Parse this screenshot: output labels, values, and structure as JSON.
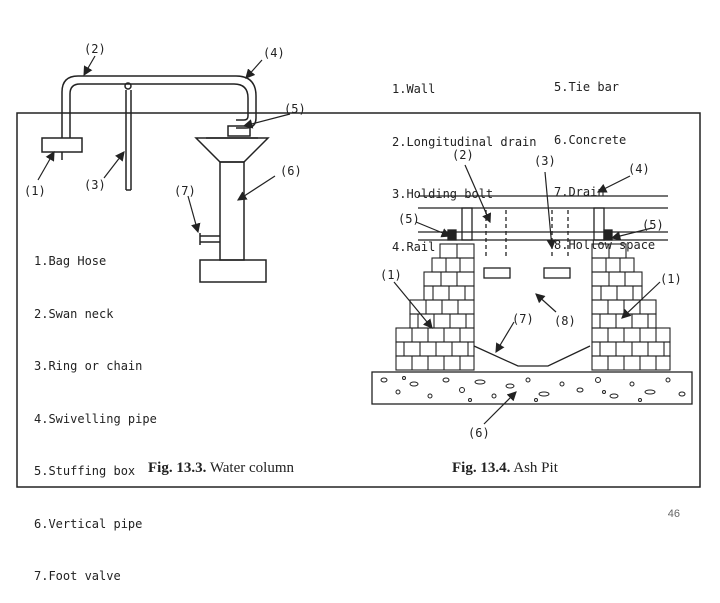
{
  "water_column": {
    "callouts": [
      "(1)",
      "(2)",
      "(3)",
      "(4)",
      "(5)",
      "(6)",
      "(7)"
    ],
    "legend": [
      "1.Bag Hose",
      "2.Swan neck",
      "3.Ring or chain",
      "4.Swivelling pipe",
      "5.Stuffing box",
      "6.Vertical pipe",
      "7.Foot valve"
    ],
    "caption_bold": "Fig. 13.3.",
    "caption_text": " Water column"
  },
  "ash_pit": {
    "legend_left": [
      "1.Wall",
      "2.Longitudinal drain",
      "3.Holding bolt",
      "4.Rail"
    ],
    "legend_right": [
      "5.Tie bar",
      "6.Concrete",
      "7.Drain",
      "8.Hollow space"
    ],
    "callouts": [
      "(1)",
      "(1)",
      "(2)",
      "(3)",
      "(4)",
      "(5)",
      "(5)",
      "(6)",
      "(7)",
      "(8)"
    ],
    "caption_bold": "Fig. 13.4.",
    "caption_text": " Ash Pit"
  },
  "slide_number": "46"
}
